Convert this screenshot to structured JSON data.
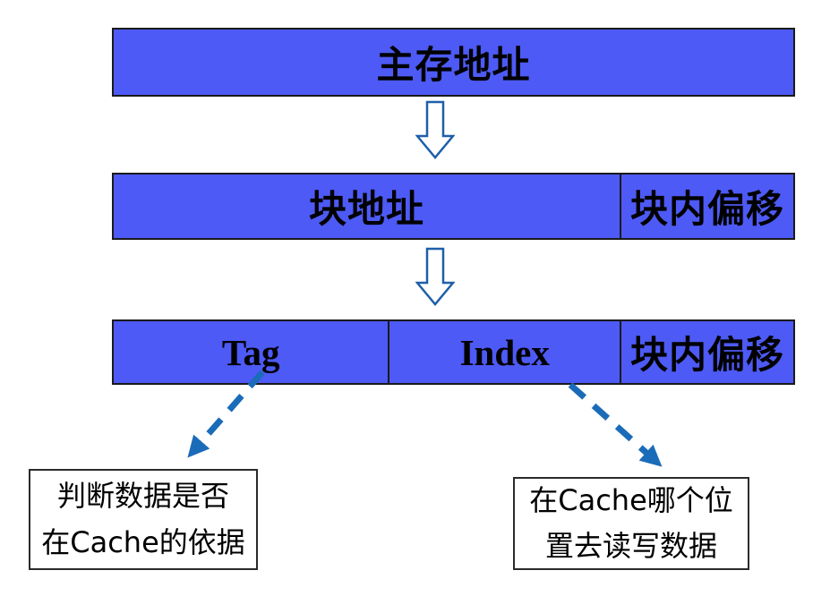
{
  "diagram": {
    "main_memory_row": {
      "label": "主存地址"
    },
    "block_row": {
      "block_address": "块地址",
      "block_offset": "块内偏移"
    },
    "cache_row": {
      "tag": "Tag",
      "index": "Index",
      "block_offset": "块内偏移"
    },
    "tag_note": {
      "line1": "判断数据是否",
      "line2": "在Cache的依据"
    },
    "index_note": {
      "line1": "在Cache哪个位",
      "line2": "置去读写数据"
    },
    "colors": {
      "box_fill": "#4d5af5",
      "box_border": "#1a1a1a",
      "hollow_arrow_outline": "#1f5fa8",
      "hollow_arrow_fill": "#ffffff",
      "dashed_arrow": "#1b6cb8",
      "note_border": "#2b2b2b",
      "text": "#000000",
      "background": "#ffffff"
    }
  }
}
